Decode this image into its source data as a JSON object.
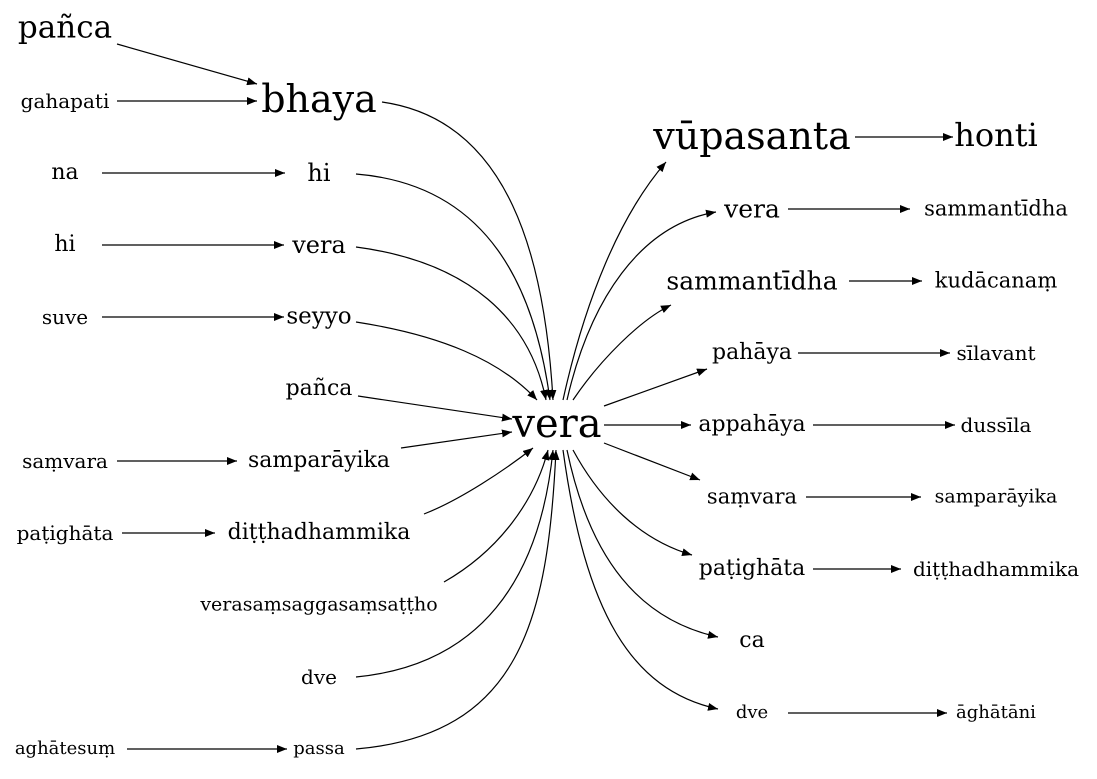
{
  "colors": {
    "background": "#ffffff",
    "ink": "#000000"
  },
  "nodes": {
    "panca_top": "pañca",
    "gahapati": "gahapati",
    "bhaya": "bhaya",
    "na": "na",
    "hi_1": "hi",
    "hi_2": "hi",
    "vera_1": "vera",
    "suve": "suve",
    "seyyo": "seyyo",
    "panca_mid": "pañca",
    "samvara_l": "saṃvara",
    "samparayika_l": "samparāyika",
    "patighata_l": "paṭighāta",
    "ditthadhammika_l": "diṭṭhadhammika",
    "verasamsagga": "verasaṃsaggasaṃsaṭṭho",
    "dve_l": "dve",
    "aghatesum": "aghātesuṃ",
    "passa": "passa",
    "vera_center": "vera",
    "vupasanta": "vūpasanta",
    "honti": "honti",
    "vera_r": "vera",
    "sammantidha_1": "sammantīdha",
    "sammantidha_2": "sammantīdha",
    "kudacanam": "kudācanaṃ",
    "pahaya": "pahāya",
    "silavant": "sīlavant",
    "appahaya": "appahāya",
    "dussila": "dussīla",
    "samvara_r": "saṃvara",
    "samparayika_r": "samparāyika",
    "patighata_r": "paṭighāta",
    "ditthadhammika_r": "diṭṭhadhammika",
    "ca": "ca",
    "dve_r": "dve",
    "aghatani": "āghātāni"
  }
}
